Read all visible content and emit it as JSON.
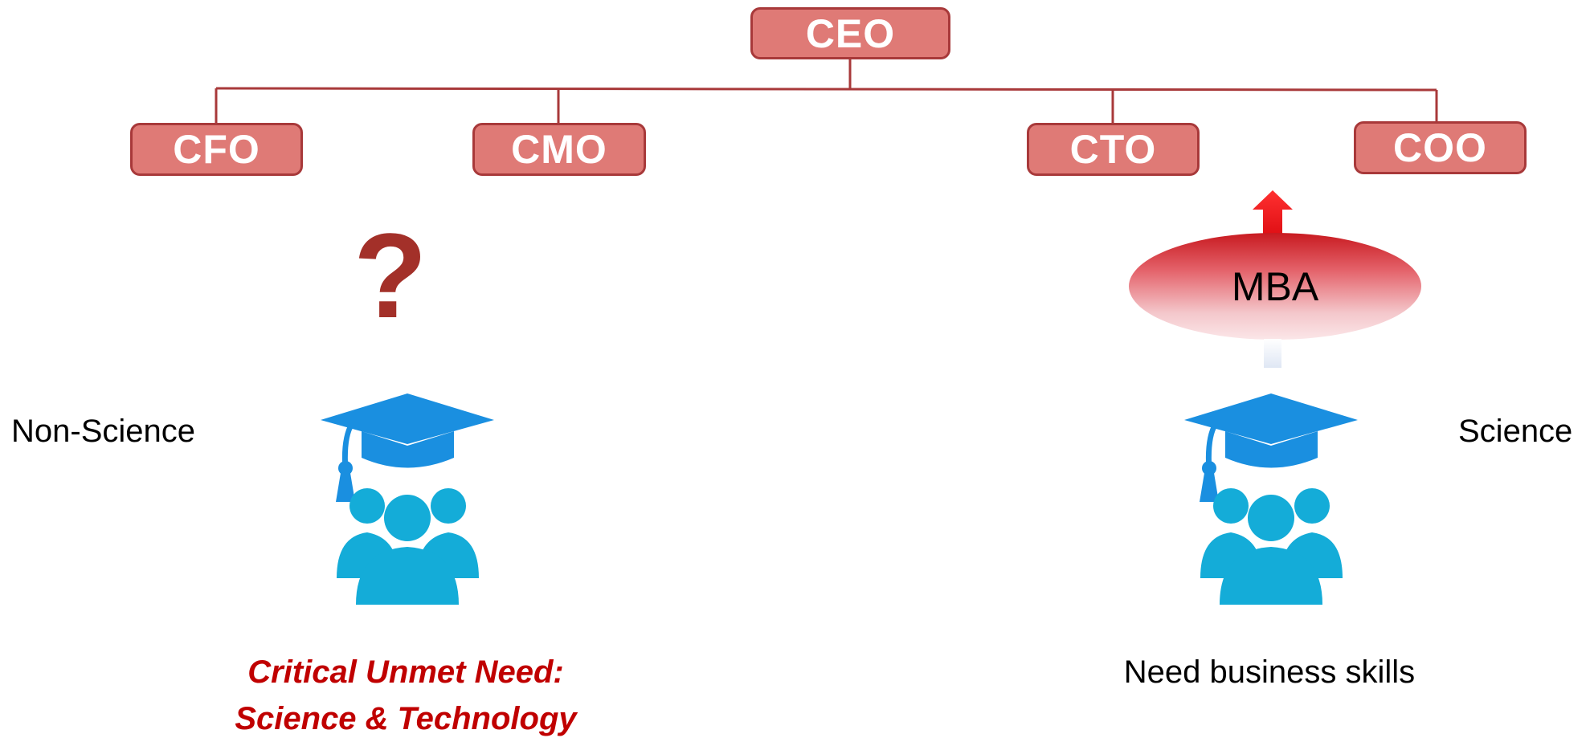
{
  "org_chart": {
    "top": "CEO",
    "reports": [
      "CFO",
      "CMO",
      "CTO",
      "COO"
    ]
  },
  "labels": {
    "non_science": "Non-Science",
    "science": "Science",
    "question_mark": "?",
    "mba": "MBA",
    "critical_need_line1": "Critical Unmet Need:",
    "critical_need_line2": "Science & Technology",
    "business_need": "Need business skills"
  },
  "icons": {
    "left": "graduate-group-icon",
    "right": "graduate-group-icon",
    "arrow": "arrow-up-icon"
  },
  "colors": {
    "box_fill": "#df7a76",
    "box_border": "#a8393a",
    "critical_text": "#c00000",
    "icon_cap": "#1a8fe0",
    "icon_people": "#14acd8"
  }
}
